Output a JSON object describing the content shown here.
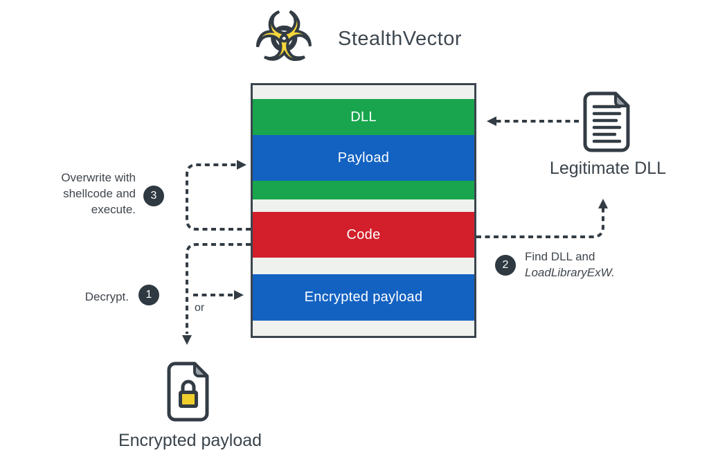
{
  "header": {
    "title": "StealthVector",
    "icon": "biohazard",
    "icon_glyph": "☣"
  },
  "memory_stack": {
    "segments": [
      {
        "label": "",
        "color_key": "gray"
      },
      {
        "label": "DLL",
        "color_key": "green"
      },
      {
        "label": "Payload",
        "color_key": "blue"
      },
      {
        "label": "",
        "color_key": "green"
      },
      {
        "label": "",
        "color_key": "gray"
      },
      {
        "label": "Code",
        "color_key": "red"
      },
      {
        "label": "",
        "color_key": "gray"
      },
      {
        "label": "Encrypted payload",
        "color_key": "blue"
      },
      {
        "label": "",
        "color_key": "gray"
      }
    ]
  },
  "annotations": {
    "step3": {
      "number": "3",
      "line1": "Overwrite with",
      "line2": "shellcode and",
      "line3": "execute."
    },
    "step1": {
      "number": "1",
      "label": "Decrypt."
    },
    "step2": {
      "number": "2",
      "line1": "Find DLL and",
      "line2_italic": "LoadLibraryExW."
    },
    "or_label": "or"
  },
  "right_panel": {
    "label": "Legitimate DLL",
    "icon": "document"
  },
  "bottom_panel": {
    "label": "Encrypted payload",
    "icon": "locked-file"
  },
  "colors": {
    "green": "#18A54D",
    "blue": "#1362C2",
    "red": "#D21F2B",
    "gray": "#EFF1EF",
    "outline": "#333C44",
    "badge": "#2E3941",
    "biohazard_yellow": "#F6D73C",
    "lock_yellow": "#F0CE2C",
    "fold_gray": "#9BA1A6",
    "text_dark": "#3A434B"
  }
}
